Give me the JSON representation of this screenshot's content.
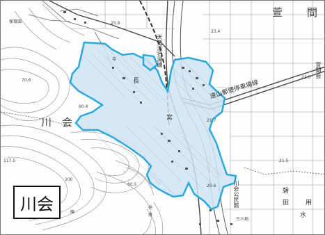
{
  "area_name": "川会",
  "colors": {
    "zone_fill": "#cfe4f3",
    "zone_outline": "#2aa8dc",
    "contour": "#8a8a8a",
    "road": "#555555",
    "river": "#666666"
  },
  "labels": {
    "place_kawai": "川",
    "place_kai": "会",
    "place_kan": "萱",
    "place_ma": "間",
    "place_iwata": "磐",
    "place_ta": "田",
    "place_yo": "用",
    "place_sui": "水",
    "place_ki": "長",
    "railway": "天竜浜名湖線",
    "station": "宮",
    "temple": "寺",
    "school_a": "保育園",
    "school_b": "川会公民館",
    "facility": "萱間会",
    "road_name": "遠山郵便停車場線",
    "elev_1": "25.9",
    "elev_2": "23.4",
    "elev_3": "22.0",
    "elev_4": "70.6",
    "elev_5": "60.4",
    "elev_6": "117.5",
    "elev_7": "60.5",
    "elev_8": "21.5",
    "elev_9": "20.6",
    "elev_10": "21.7",
    "elev_11": "100",
    "small_a": "陳",
    "small_b": "井",
    "small_c": "原",
    "small_d": "三川地"
  }
}
